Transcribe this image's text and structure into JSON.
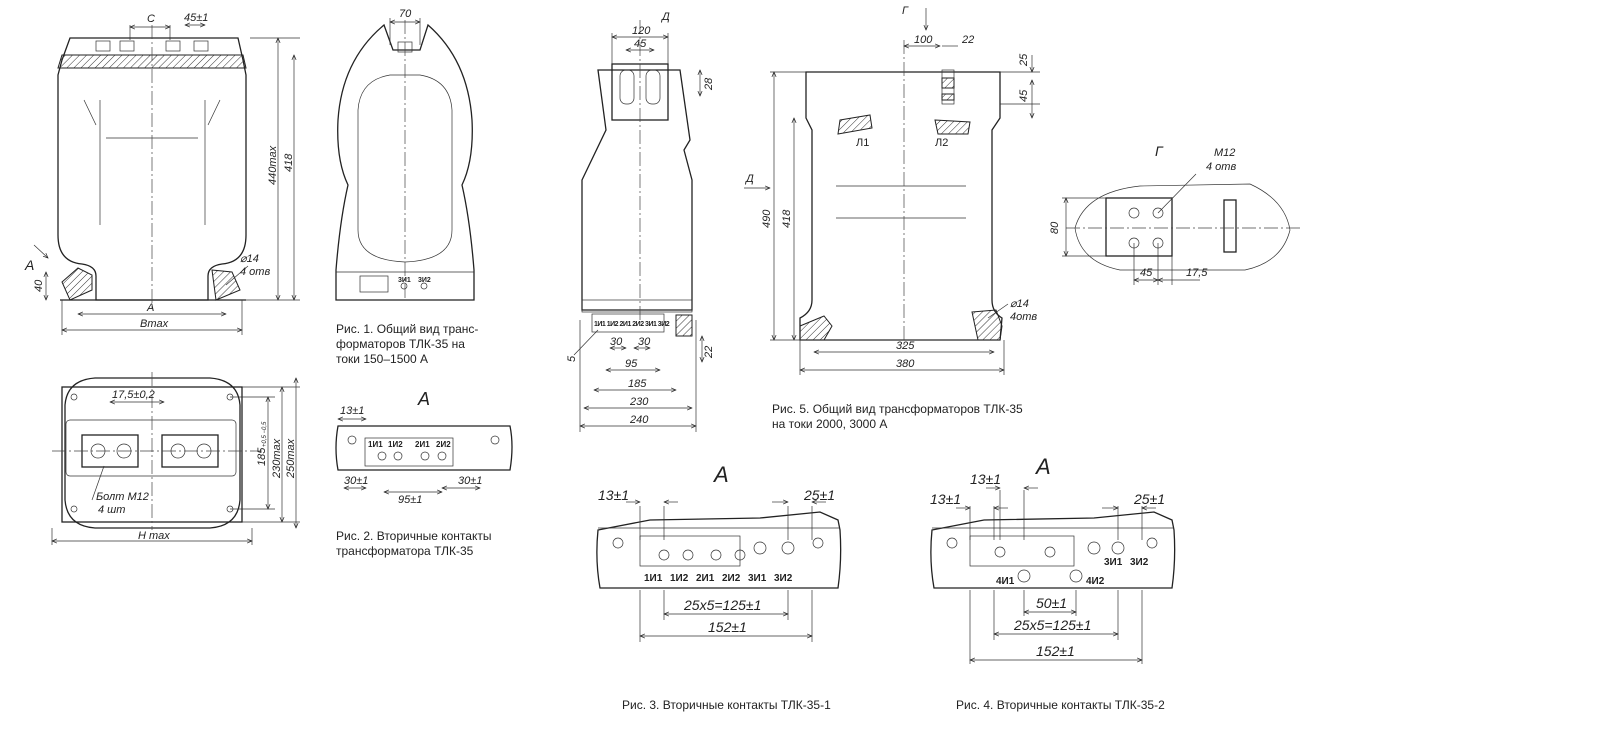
{
  "figures": {
    "fig1": {
      "caption_lines": [
        "Рис. 1. Общий вид транс-",
        "форматоров ТЛК-35 на",
        "токи 150–1500 А"
      ],
      "dims": {
        "c": "С",
        "pitch": "45±1",
        "top_w": "70",
        "h_max": "440max",
        "h": "418",
        "a_mark": "А",
        "hole": "⌀14",
        "hole_cnt": "4 отв",
        "foot": "40",
        "a": "А",
        "b": "Bmax"
      },
      "terms": [
        "3И1",
        "3И2"
      ]
    },
    "plan1": {
      "dims": {
        "p": "17,5±0,2",
        "d185": "185",
        "tol": "+0,5 −0,5",
        "d230": "230max",
        "d250": "250max",
        "bolt": "Болт М12",
        "bolt_cnt": "4 шт",
        "h": "H max"
      }
    },
    "fig2": {
      "mark": "А",
      "caption_lines": [
        "Рис. 2. Вторичные контакты",
        "трансформатора ТЛК-35"
      ],
      "dims": {
        "a": "13±1",
        "b": "30±1",
        "c": "95±1",
        "d": "30±1"
      },
      "terms": [
        "1И1",
        "1И2",
        "2И1",
        "2И2"
      ]
    },
    "fig5side": {
      "mark": "Д",
      "dims": {
        "w120": "120",
        "w45": "45",
        "h28": "28",
        "w30a": "30",
        "w30b": "30",
        "w95": "95",
        "w185": "185",
        "w230": "230",
        "w240": "240",
        "h22": "22",
        "h5": "5"
      },
      "terms": "1И1 1И2 2И1 2И2 3И1 3И2"
    },
    "fig5": {
      "mark": "Г",
      "caption_lines": [
        "Рис. 5. Общий вид трансформаторов ТЛК-35",
        "на токи 2000, 3000 А"
      ],
      "dims": {
        "w100": "100",
        "w22": "22",
        "h25": "25",
        "h45": "45",
        "l1": "Л1",
        "l2": "Л2",
        "d": "Д",
        "h490": "490",
        "h418": "418",
        "hole": "⌀14",
        "hole_cnt": "4отв",
        "w325": "325",
        "w380": "380"
      }
    },
    "viewG": {
      "mark": "Г",
      "dims": {
        "m12": "М12",
        "m12_cnt": "4 отв",
        "h80": "80",
        "w45": "45",
        "w17": "17,5"
      }
    },
    "fig3": {
      "mark": "А",
      "caption": "Рис. 3. Вторичные контакты ТЛК-35-1",
      "dims": {
        "a": "13±1",
        "b": "25±1",
        "c": "25x5=125±1",
        "d": "152±1"
      },
      "terms": [
        "1И1",
        "1И2",
        "2И1",
        "2И2",
        "3И1",
        "3И2"
      ]
    },
    "fig4": {
      "mark": "А",
      "caption": "Рис. 4. Вторичные контакты ТЛК-35-2",
      "dims": {
        "top": "13±1",
        "a": "13±1",
        "b": "25±1",
        "c": "50±1",
        "d": "25x5=125±1",
        "e": "152±1"
      },
      "terms": [
        "4И1",
        "4И2",
        "3И1",
        "3И2"
      ]
    }
  }
}
